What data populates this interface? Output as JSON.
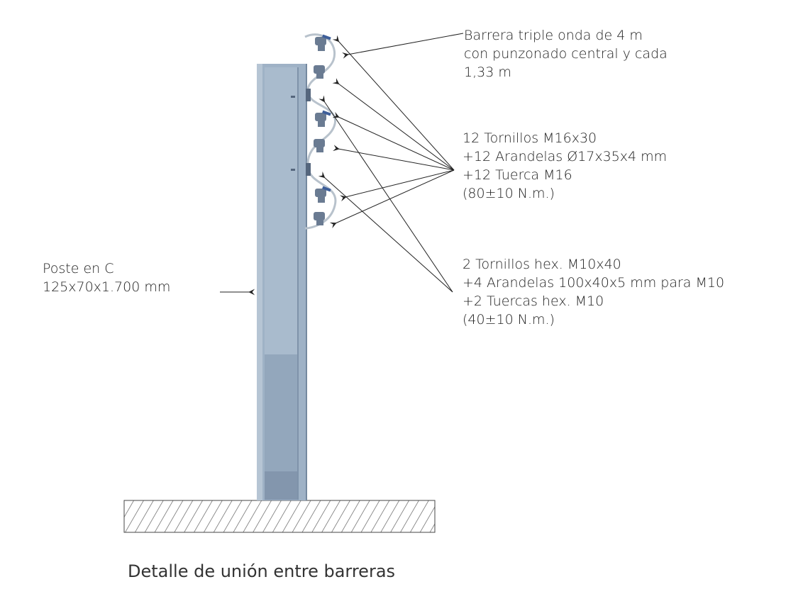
{
  "labels": {
    "barrier": [
      "Barrera triple onda de 4 m",
      "con punzonado central y cada",
      "1,33 m"
    ],
    "bolts_m16": [
      "12 Tornillos M16x30",
      "+12 Arandelas Ø17x35x4 mm",
      "+12 Tuerca M16",
      "(80±10 N.m.)"
    ],
    "bolts_m10": [
      "2 Tornillos hex. M10x40",
      "+4 Arandelas 100x40x5 mm para M10",
      "+2 Tuercas hex. M10",
      "(40±10 N.m.)"
    ],
    "post": [
      "Poste en C",
      "125x70x1.700 mm"
    ]
  },
  "caption": "Detalle de unión entre barreras",
  "colors": {
    "post": "#9fb2c6",
    "post_dark": "#8396ad",
    "bolt": "#6a7b92",
    "washer": "#3e5f9a",
    "arrow": "#222222"
  }
}
